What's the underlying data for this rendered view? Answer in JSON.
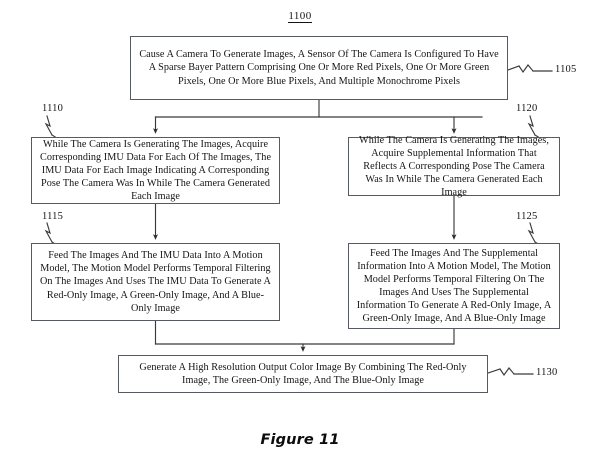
{
  "figure": {
    "ref_number": "1100",
    "caption": "Figure 11"
  },
  "boxes": {
    "b1105": {
      "ref": "1105",
      "text": "Cause A Camera To Generate Images, A Sensor Of The Camera Is Configured To Have A Sparse Bayer Pattern Comprising One Or More Red Pixels, One Or More Green Pixels, One Or More Blue Pixels, And Multiple Monochrome Pixels"
    },
    "b1110": {
      "ref": "1110",
      "text": "While The Camera Is Generating The Images, Acquire Corresponding IMU Data For Each Of The Images, The IMU Data For Each Image Indicating A Corresponding Pose The Camera Was In While The Camera Generated Each Image"
    },
    "b1120": {
      "ref": "1120",
      "text": "While The Camera Is Generating The Images, Acquire Supplemental Information That Reflects A Corresponding Pose The Camera Was In While The Camera Generated Each Image"
    },
    "b1115": {
      "ref": "1115",
      "text": "Feed The Images And The IMU Data Into A Motion Model, The Motion Model Performs Temporal Filtering On The Images And Uses The IMU Data To Generate A Red-Only Image, A Green-Only Image, And A Blue-Only Image"
    },
    "b1125": {
      "ref": "1125",
      "text": "Feed The Images And The Supplemental Information Into A Motion Model, The Motion Model Performs Temporal Filtering On The Images And Uses The Supplemental Information To Generate A Red-Only Image, A Green-Only Image, And A Blue-Only Image"
    },
    "b1130": {
      "ref": "1130",
      "text": "Generate A High Resolution Output Color Image By Combining The Red-Only Image, The Green-Only Image, And The Blue-Only Image"
    }
  },
  "colors": {
    "box_border": "#555b60",
    "connector": "#3a3a3a",
    "text": "#141414",
    "background": "#ffffff"
  }
}
